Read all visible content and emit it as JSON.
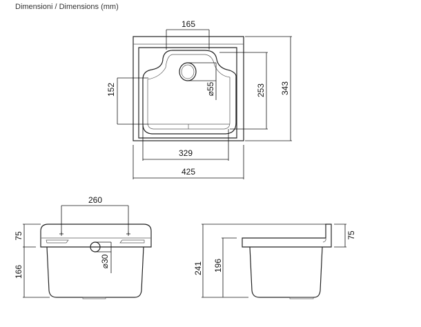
{
  "title": "Dimensioni / Dimensions  (mm)",
  "top_view": {
    "width_drain_spacing": "165",
    "total_depth": "343",
    "basin_depth": "253",
    "inner_depth": "152",
    "drain_diameter": "⌀55",
    "basin_width": "329",
    "total_width": "425"
  },
  "front_view": {
    "fixing_spacing": "260",
    "rim_height": "75",
    "bowl_height": "166",
    "overflow_diameter": "⌀30"
  },
  "side_view": {
    "total_height": "241",
    "bowl_height": "196",
    "backsplash_height": "75"
  }
}
